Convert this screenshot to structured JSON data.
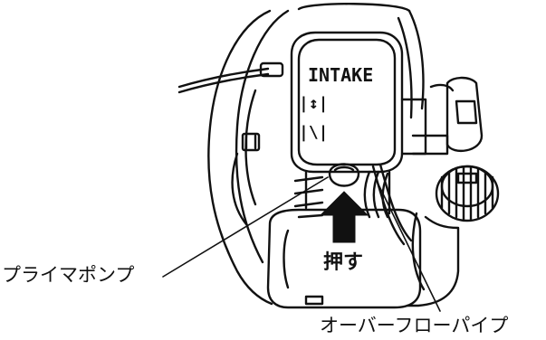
{
  "diagram": {
    "panel": {
      "title": "INTAKE",
      "mark_open": "|↕|",
      "mark_closed": "|\\|"
    },
    "labels": {
      "primer_pump": "プライマポンプ",
      "push": "押す",
      "overflow_pipe": "オーバーフローパイプ"
    },
    "colors": {
      "line": "#111111",
      "background": "#ffffff"
    },
    "icons": {
      "push_arrow": "arrow-up-icon"
    }
  }
}
